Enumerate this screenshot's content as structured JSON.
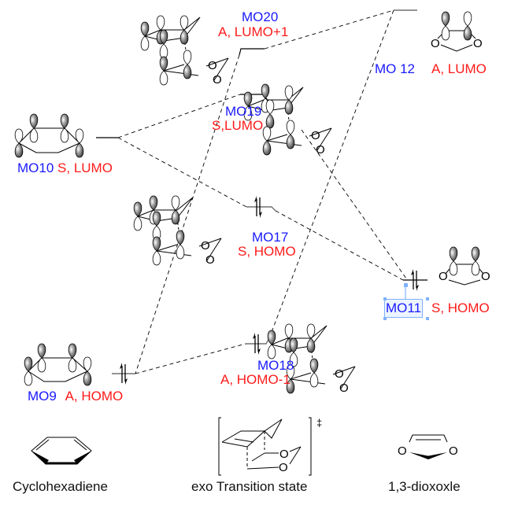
{
  "title": "Frontier molecular orbital correlation diagram: cyclohexadiene + 1,3-dioxole exo transition state",
  "colors": {
    "mo_number": "#1a1aff",
    "symmetry_label": "#ff1a1a",
    "lines": "#000000",
    "selection": "#7fb2ff"
  },
  "levels": [
    {
      "id": "MO10",
      "mo": "MO10",
      "desc": "S, LUMO",
      "fragment": "cyclohexadiene",
      "symmetry": "S",
      "role": "LUMO",
      "electrons": 0
    },
    {
      "id": "MO9",
      "mo": "MO9",
      "desc": "A, HOMO",
      "fragment": "cyclohexadiene",
      "symmetry": "A",
      "role": "HOMO",
      "electrons": 2
    },
    {
      "id": "MO20",
      "mo": "MO20",
      "desc": "A, LUMO+1",
      "fragment": "transition-state",
      "symmetry": "A",
      "role": "LUMO+1",
      "electrons": 0
    },
    {
      "id": "MO19",
      "mo": "MO19",
      "desc": "S,LUMO",
      "fragment": "transition-state",
      "symmetry": "S",
      "role": "LUMO",
      "electrons": 0
    },
    {
      "id": "MO17",
      "mo": "MO17",
      "desc": "S, HOMO",
      "fragment": "transition-state",
      "symmetry": "S",
      "role": "HOMO",
      "electrons": 2
    },
    {
      "id": "MO18",
      "mo": "MO18",
      "desc": "A, HOMO-1",
      "fragment": "transition-state",
      "symmetry": "A",
      "role": "HOMO-1",
      "electrons": 2
    },
    {
      "id": "MO12",
      "mo": "MO 12",
      "desc": "A, LUMO",
      "fragment": "1,3-dioxole",
      "symmetry": "A",
      "role": "LUMO",
      "electrons": 0
    },
    {
      "id": "MO11",
      "mo": "MO11",
      "desc": "S, HOMO",
      "fragment": "1,3-dioxole",
      "symmetry": "S",
      "role": "HOMO",
      "electrons": 2,
      "selected": true
    }
  ],
  "correlations": [
    [
      "MO10",
      "MO19"
    ],
    [
      "MO10",
      "MO17"
    ],
    [
      "MO17",
      "MO11"
    ],
    [
      "MO19",
      "MO11"
    ],
    [
      "MO20",
      "MO12"
    ],
    [
      "MO20",
      "MO9"
    ],
    [
      "MO12",
      "MO18"
    ],
    [
      "MO9",
      "MO18"
    ]
  ],
  "captions": {
    "left": "Cyclohexadiene",
    "middle": "exo Transition state",
    "right": "1,3-dioxoxle",
    "ts_symbol": "‡"
  },
  "atoms": {
    "oxygen": "O"
  }
}
